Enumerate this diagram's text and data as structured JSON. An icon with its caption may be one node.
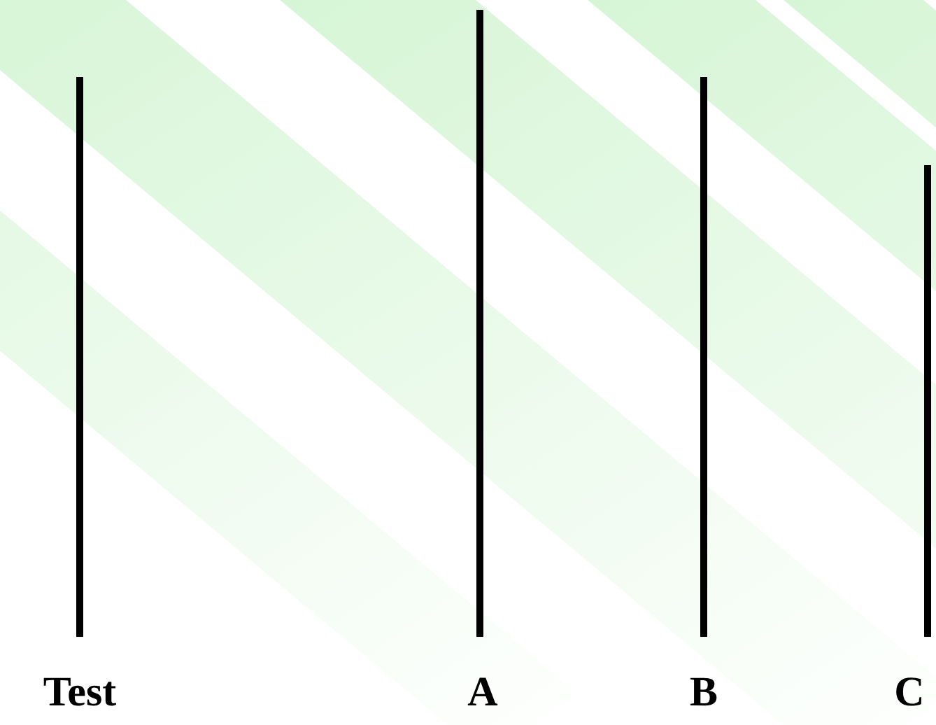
{
  "diagram": {
    "labels": [
      "Test",
      "A",
      "B",
      "C"
    ]
  }
}
